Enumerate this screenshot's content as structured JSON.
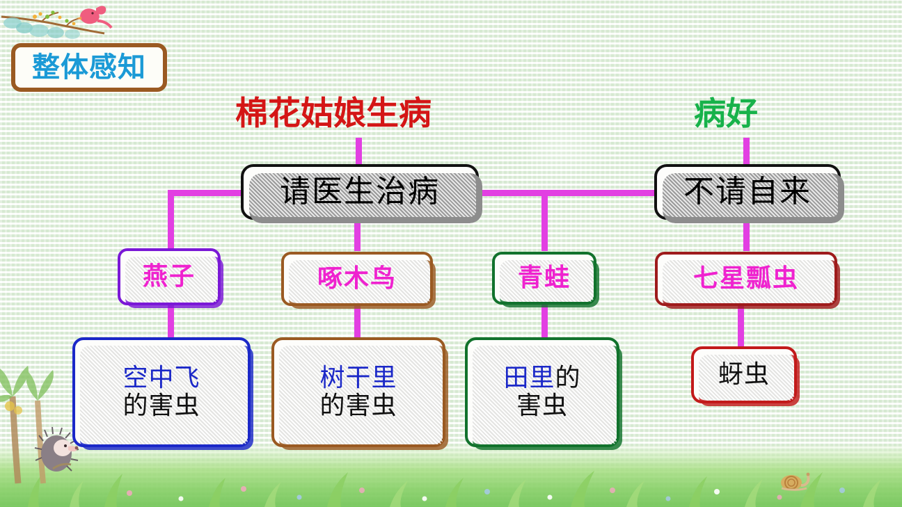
{
  "page": {
    "background_color": "#eaf3e7",
    "badge": {
      "label": "整体感知",
      "text_color": "#1b9ad6",
      "border_color": "#9a5a22"
    }
  },
  "headings": [
    {
      "name": "cotton-girl-sick",
      "label": "棉花姑娘生病",
      "color": "#d41616"
    },
    {
      "name": "cured",
      "label": "病好",
      "color": "#17b24a"
    }
  ],
  "diagram": {
    "type": "tree",
    "link_color": "#e23fe2",
    "main_nodes": [
      {
        "name": "ask-doctor",
        "label": "请医生治病",
        "border_color": "#111111",
        "text_color": "#000000"
      },
      {
        "name": "came-uninvited",
        "label": "不请自来",
        "border_color": "#111111",
        "text_color": "#000000"
      }
    ],
    "animal_nodes": [
      {
        "name": "swallow",
        "label": "燕子",
        "border_color": "#7a18d6",
        "text_color": "#ef22cf"
      },
      {
        "name": "woodpecker",
        "label": "啄木鸟",
        "border_color": "#9a5a22",
        "text_color": "#ef22cf"
      },
      {
        "name": "frog",
        "label": "青蛙",
        "border_color": "#11722c",
        "text_color": "#ef22cf"
      },
      {
        "name": "ladybug",
        "label": "七星瓢虫",
        "border_color": "#9e1b1b",
        "text_color": "#ef22cf"
      }
    ],
    "habitat_nodes": [
      {
        "name": "air-pests",
        "border_color": "#1b28c8",
        "lines": [
          {
            "blue": "空中飞",
            "black": ""
          },
          {
            "blue": "",
            "black": "的害虫"
          }
        ]
      },
      {
        "name": "trunk-pests",
        "border_color": "#9a5a22",
        "lines": [
          {
            "blue": "树干里",
            "black": ""
          },
          {
            "blue": "",
            "black": "的害虫"
          }
        ]
      },
      {
        "name": "field-pests",
        "border_color": "#11722c",
        "lines": [
          {
            "blue": "田里",
            "black": "的"
          },
          {
            "blue": "",
            "black": "害虫"
          }
        ]
      },
      {
        "name": "aphids",
        "border_color": "#c21a1a",
        "lines": [
          {
            "blue": "",
            "black": "蚜虫"
          }
        ]
      }
    ]
  },
  "decorations": [
    {
      "name": "branch-with-bird-art"
    },
    {
      "name": "palm-trees-art"
    },
    {
      "name": "hedgehog-art"
    },
    {
      "name": "snail-art"
    },
    {
      "name": "grass-band-art"
    }
  ]
}
